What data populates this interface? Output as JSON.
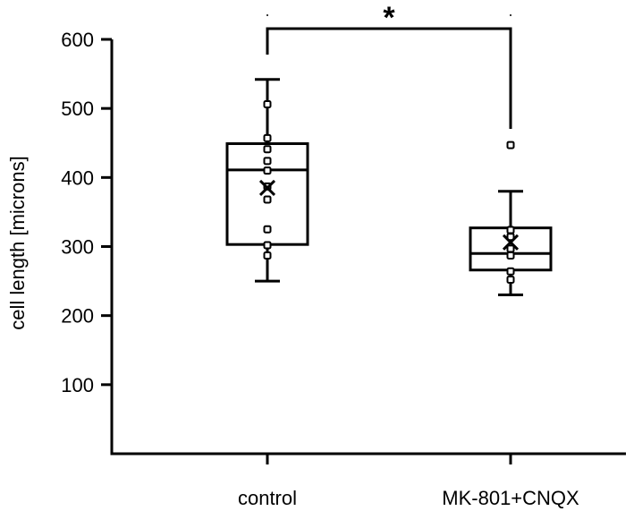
{
  "chart_data": {
    "type": "box",
    "ylabel": "cell length [microns]",
    "xlabel": "",
    "ylim": [
      0,
      600
    ],
    "yticks": [
      100,
      200,
      300,
      400,
      500,
      600
    ],
    "grid": false,
    "categories": [
      "control",
      "MK-801+CNQX"
    ],
    "groups": [
      {
        "name": "control",
        "min": 250,
        "q1": 303,
        "median": 411,
        "q3": 449,
        "max": 542,
        "mean": 385,
        "points": [
          506,
          457,
          441,
          424,
          410,
          387,
          368,
          325,
          302,
          287
        ]
      },
      {
        "name": "MK-801+CNQX",
        "min": 230,
        "q1": 266,
        "median": 290,
        "q3": 327,
        "max": 380,
        "mean": 306,
        "points": [
          447,
          324,
          314,
          297,
          287,
          264,
          252
        ]
      }
    ],
    "significance": {
      "from": 0,
      "to": 1,
      "label": "*"
    }
  }
}
